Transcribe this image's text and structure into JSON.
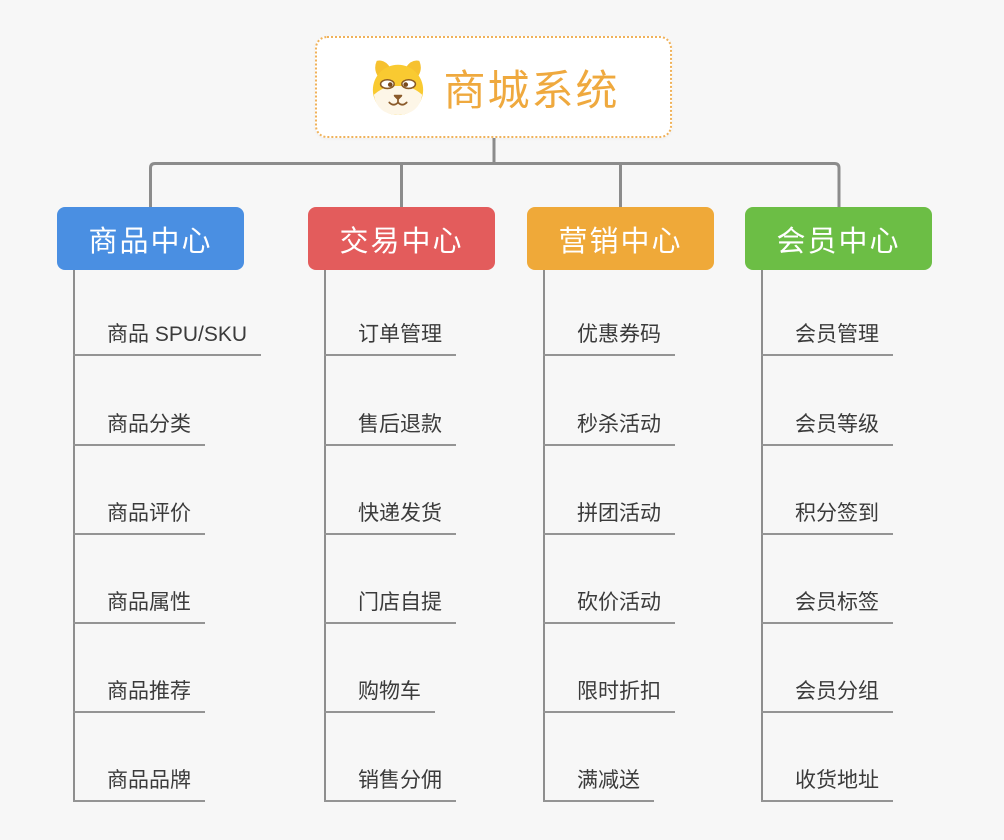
{
  "root": {
    "title": "商城系统",
    "icon": "dog-face-icon"
  },
  "branches": [
    {
      "label": "商品中心",
      "color": "#4A8FE2",
      "items": [
        "商品 SPU/SKU",
        "商品分类",
        "商品评价",
        "商品属性",
        "商品推荐",
        "商品品牌"
      ]
    },
    {
      "label": "交易中心",
      "color": "#E35C5C",
      "items": [
        "订单管理",
        "售后退款",
        "快递发货",
        "门店自提",
        "购物车",
        "销售分佣"
      ]
    },
    {
      "label": "营销中心",
      "color": "#EFA939",
      "items": [
        "优惠券码",
        "秒杀活动",
        "拼团活动",
        "砍价活动",
        "限时折扣",
        "满减送"
      ]
    },
    {
      "label": "会员中心",
      "color": "#6CBE45",
      "items": [
        "会员管理",
        "会员等级",
        "积分签到",
        "会员标签",
        "会员分组",
        "收货地址"
      ]
    }
  ],
  "connector_color": "#8C8C8C"
}
